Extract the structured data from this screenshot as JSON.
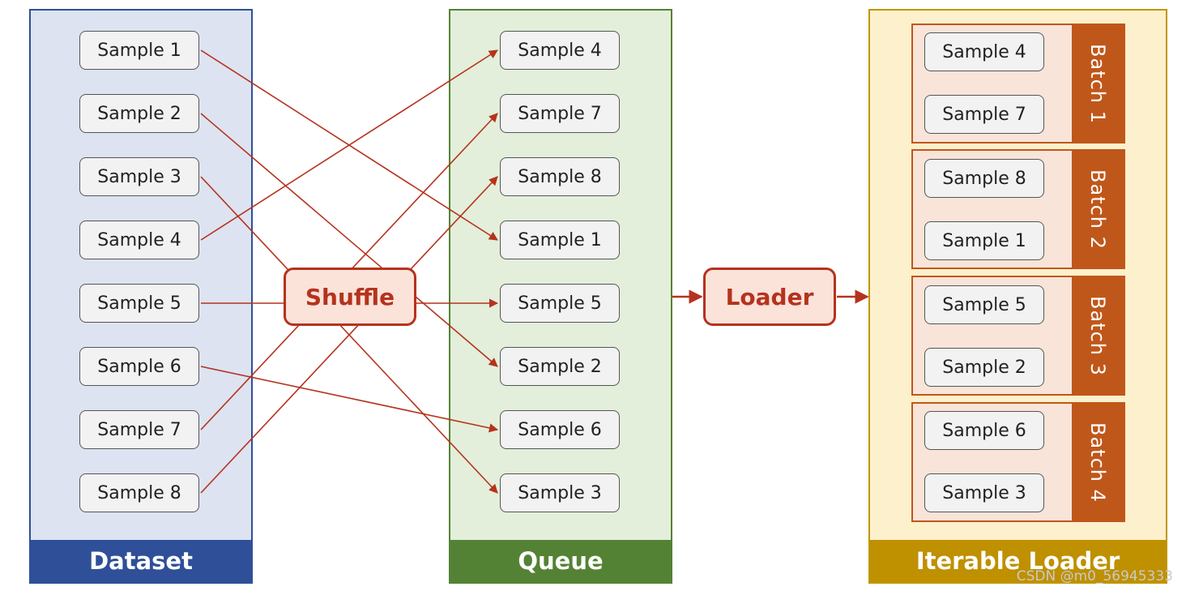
{
  "dataset": {
    "title": "Dataset",
    "samples": [
      "Sample 1",
      "Sample 2",
      "Sample 3",
      "Sample 4",
      "Sample 5",
      "Sample 6",
      "Sample 7",
      "Sample 8"
    ]
  },
  "queue": {
    "title": "Queue",
    "samples": [
      "Sample 4",
      "Sample 7",
      "Sample 8",
      "Sample 1",
      "Sample 5",
      "Sample 2",
      "Sample 6",
      "Sample 3"
    ]
  },
  "loader": {
    "title": "Iterable Loader",
    "batches": [
      {
        "label": "Batch 1",
        "samples": [
          "Sample 4",
          "Sample 7"
        ]
      },
      {
        "label": "Batch 2",
        "samples": [
          "Sample 8",
          "Sample 1"
        ]
      },
      {
        "label": "Batch 3",
        "samples": [
          "Sample 5",
          "Sample 2"
        ]
      },
      {
        "label": "Batch 4",
        "samples": [
          "Sample 6",
          "Sample 3"
        ]
      }
    ]
  },
  "operations": {
    "shuffle": "Shuffle",
    "loader": "Loader"
  },
  "watermark": "CSDN @m0_56945333",
  "colors": {
    "dataset_fill": "#dde3f1",
    "dataset_border": "#2f4f98",
    "dataset_footer": "#2f4f98",
    "queue_fill": "#e3efda",
    "queue_border": "#548235",
    "queue_footer": "#548235",
    "loader_fill": "#fdf0cc",
    "loader_border": "#c09600",
    "loader_footer": "#bf9000",
    "batch_accent": "#c0571a",
    "arrow": "#b5331e"
  }
}
